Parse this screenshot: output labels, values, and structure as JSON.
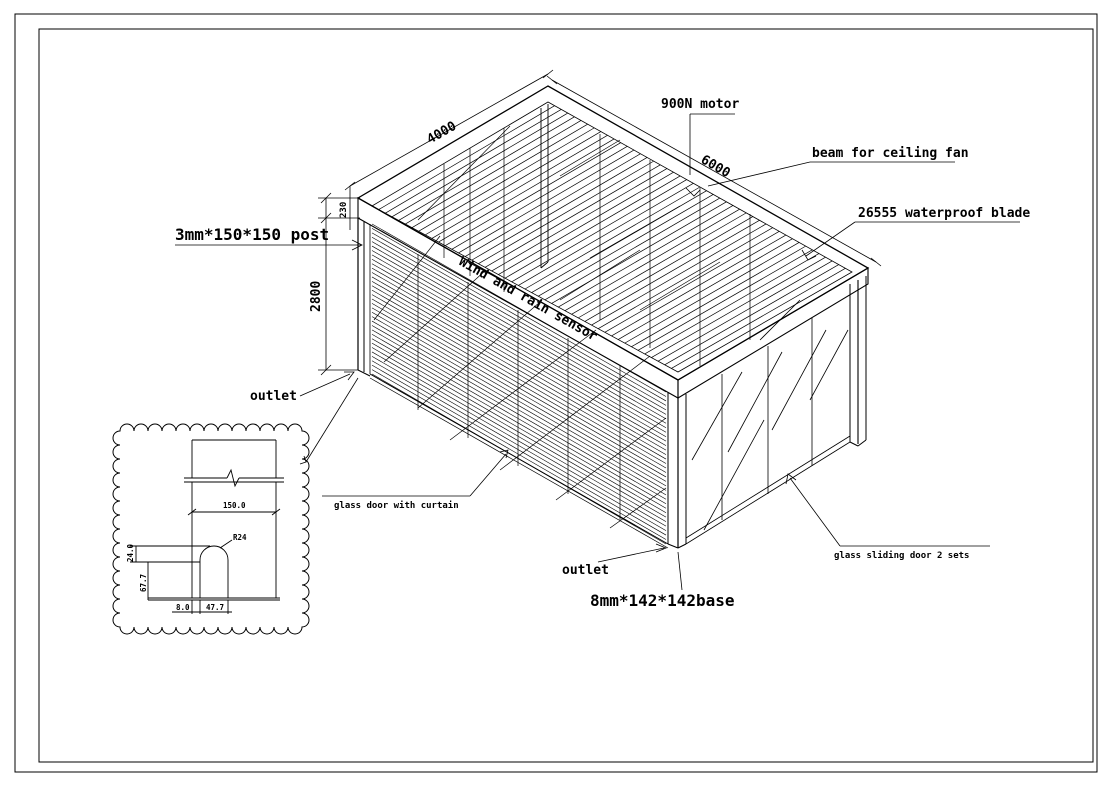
{
  "labels": {
    "motor": "900N motor",
    "ceiling_fan_beam": "beam for ceiling fan",
    "blade": "26555 waterproof blade",
    "post": "3mm*150*150 post",
    "sensor": "Wind and rain sensor",
    "outlet_left": "outlet",
    "outlet_bottom": "outlet",
    "glass_door_curtain": "glass door with curtain",
    "glass_sliding_door": "glass sliding door 2 sets",
    "base": "8mm*142*142base"
  },
  "dimensions": {
    "length": "4000",
    "width": "6000",
    "beam_height": "230",
    "post_height": "2800"
  },
  "detail": {
    "width": "150.0",
    "radius": "R24",
    "top_offset": "24.0",
    "slot_height": "67.7",
    "left_offset": "8.0",
    "slot_width": "47.7"
  }
}
